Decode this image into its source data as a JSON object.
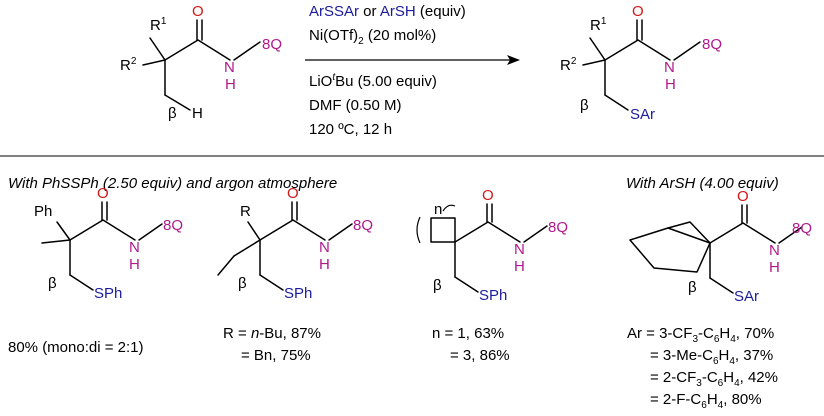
{
  "colors": {
    "oxygen": "#d01818",
    "nitrogen_8q": "#b0198c",
    "sulfur": "#1c1c9c"
  },
  "reaction": {
    "reagent_line1_a": "ArSSAr",
    "reagent_line1_or": " or ",
    "reagent_line1_b": "ArSH",
    "reagent_line1_c": " (equiv)",
    "catalyst_pre": "Ni(OTf)",
    "catalyst_sub": "2",
    "catalyst_post": " (20 mol%)",
    "base_pre": "LiO",
    "base_sup": "t",
    "base_post": "Bu (5.00 equiv)",
    "solvent": "DMF (0.50 M)",
    "conditions": "120 ºC, 12 h"
  },
  "atoms": {
    "R": "R",
    "one": "1",
    "two": "2",
    "O": "O",
    "N": "N",
    "H": "H",
    "eightQ": "8Q",
    "beta": "β",
    "SAr": "SAr",
    "SPh": "SPh",
    "Ph": "Ph",
    "n": "n"
  },
  "sections": {
    "left_heading": "With PhSSPh (2.50 equiv) and argon atmosphere",
    "right_heading": "With ArSH (4.00 equiv)"
  },
  "products": {
    "p1": {
      "yield": "80% (mono:di = 2:1)"
    },
    "p2": {
      "line1_pre": "R = ",
      "line1_it": "n",
      "line1_post": "-Bu, 87%",
      "line2": "= Bn, 75%"
    },
    "p3": {
      "line1": "n = 1, 63%",
      "line2": "= 3, 86%"
    },
    "p4": {
      "l1_pre": "Ar = 3-CF",
      "l1_s1": "3",
      "l1_mid": "-C",
      "l1_s2": "6",
      "l1_h": "H",
      "l1_s3": "4",
      "l1_post": ", 70%",
      "l2_pre": "= 3-Me-C",
      "l2_s1": "6",
      "l2_h": "H",
      "l2_s2": "4",
      "l2_post": ", 37%",
      "l3_pre": "= 2-CF",
      "l3_s1": "3",
      "l3_mid": "-C",
      "l3_s2": "6",
      "l3_h": "H",
      "l3_s3": "4",
      "l3_post": ", 42%",
      "l4_pre": "= 2-F-C",
      "l4_s1": "6",
      "l4_h": "H",
      "l4_s2": "4",
      "l4_post": ", 80%"
    }
  }
}
